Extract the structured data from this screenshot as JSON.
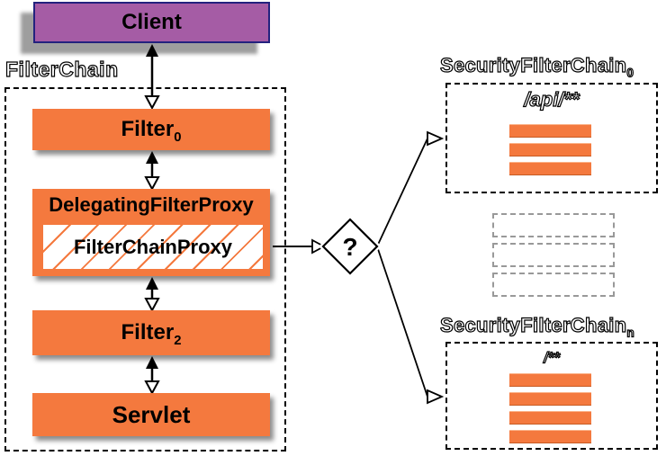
{
  "colors": {
    "orange": "#F4793E",
    "purple": "#A55CA5",
    "navy": "#23227E",
    "shadow_gray": "#A8A8A8",
    "dash_gray": "#999999"
  },
  "client": {
    "label": "Client"
  },
  "filter_chain": {
    "label": "FilterChain",
    "boxes": [
      {
        "label": "Filter",
        "sub": "0"
      },
      {
        "label": "DelegatingFilterProxy",
        "inner_label": "FilterChainProxy"
      },
      {
        "label": "Filter",
        "sub": "2"
      },
      {
        "label": "Servlet"
      }
    ]
  },
  "decision": {
    "label": "?"
  },
  "ellipsis": {
    "count": 3
  },
  "security_chains": [
    {
      "title": "SecurityFilterChain",
      "sub": "0",
      "pattern": "/api/**",
      "filter_count": 3
    },
    {
      "title": "SecurityFilterChain",
      "sub": "n",
      "pattern": "/**",
      "filter_count": 4
    }
  ]
}
